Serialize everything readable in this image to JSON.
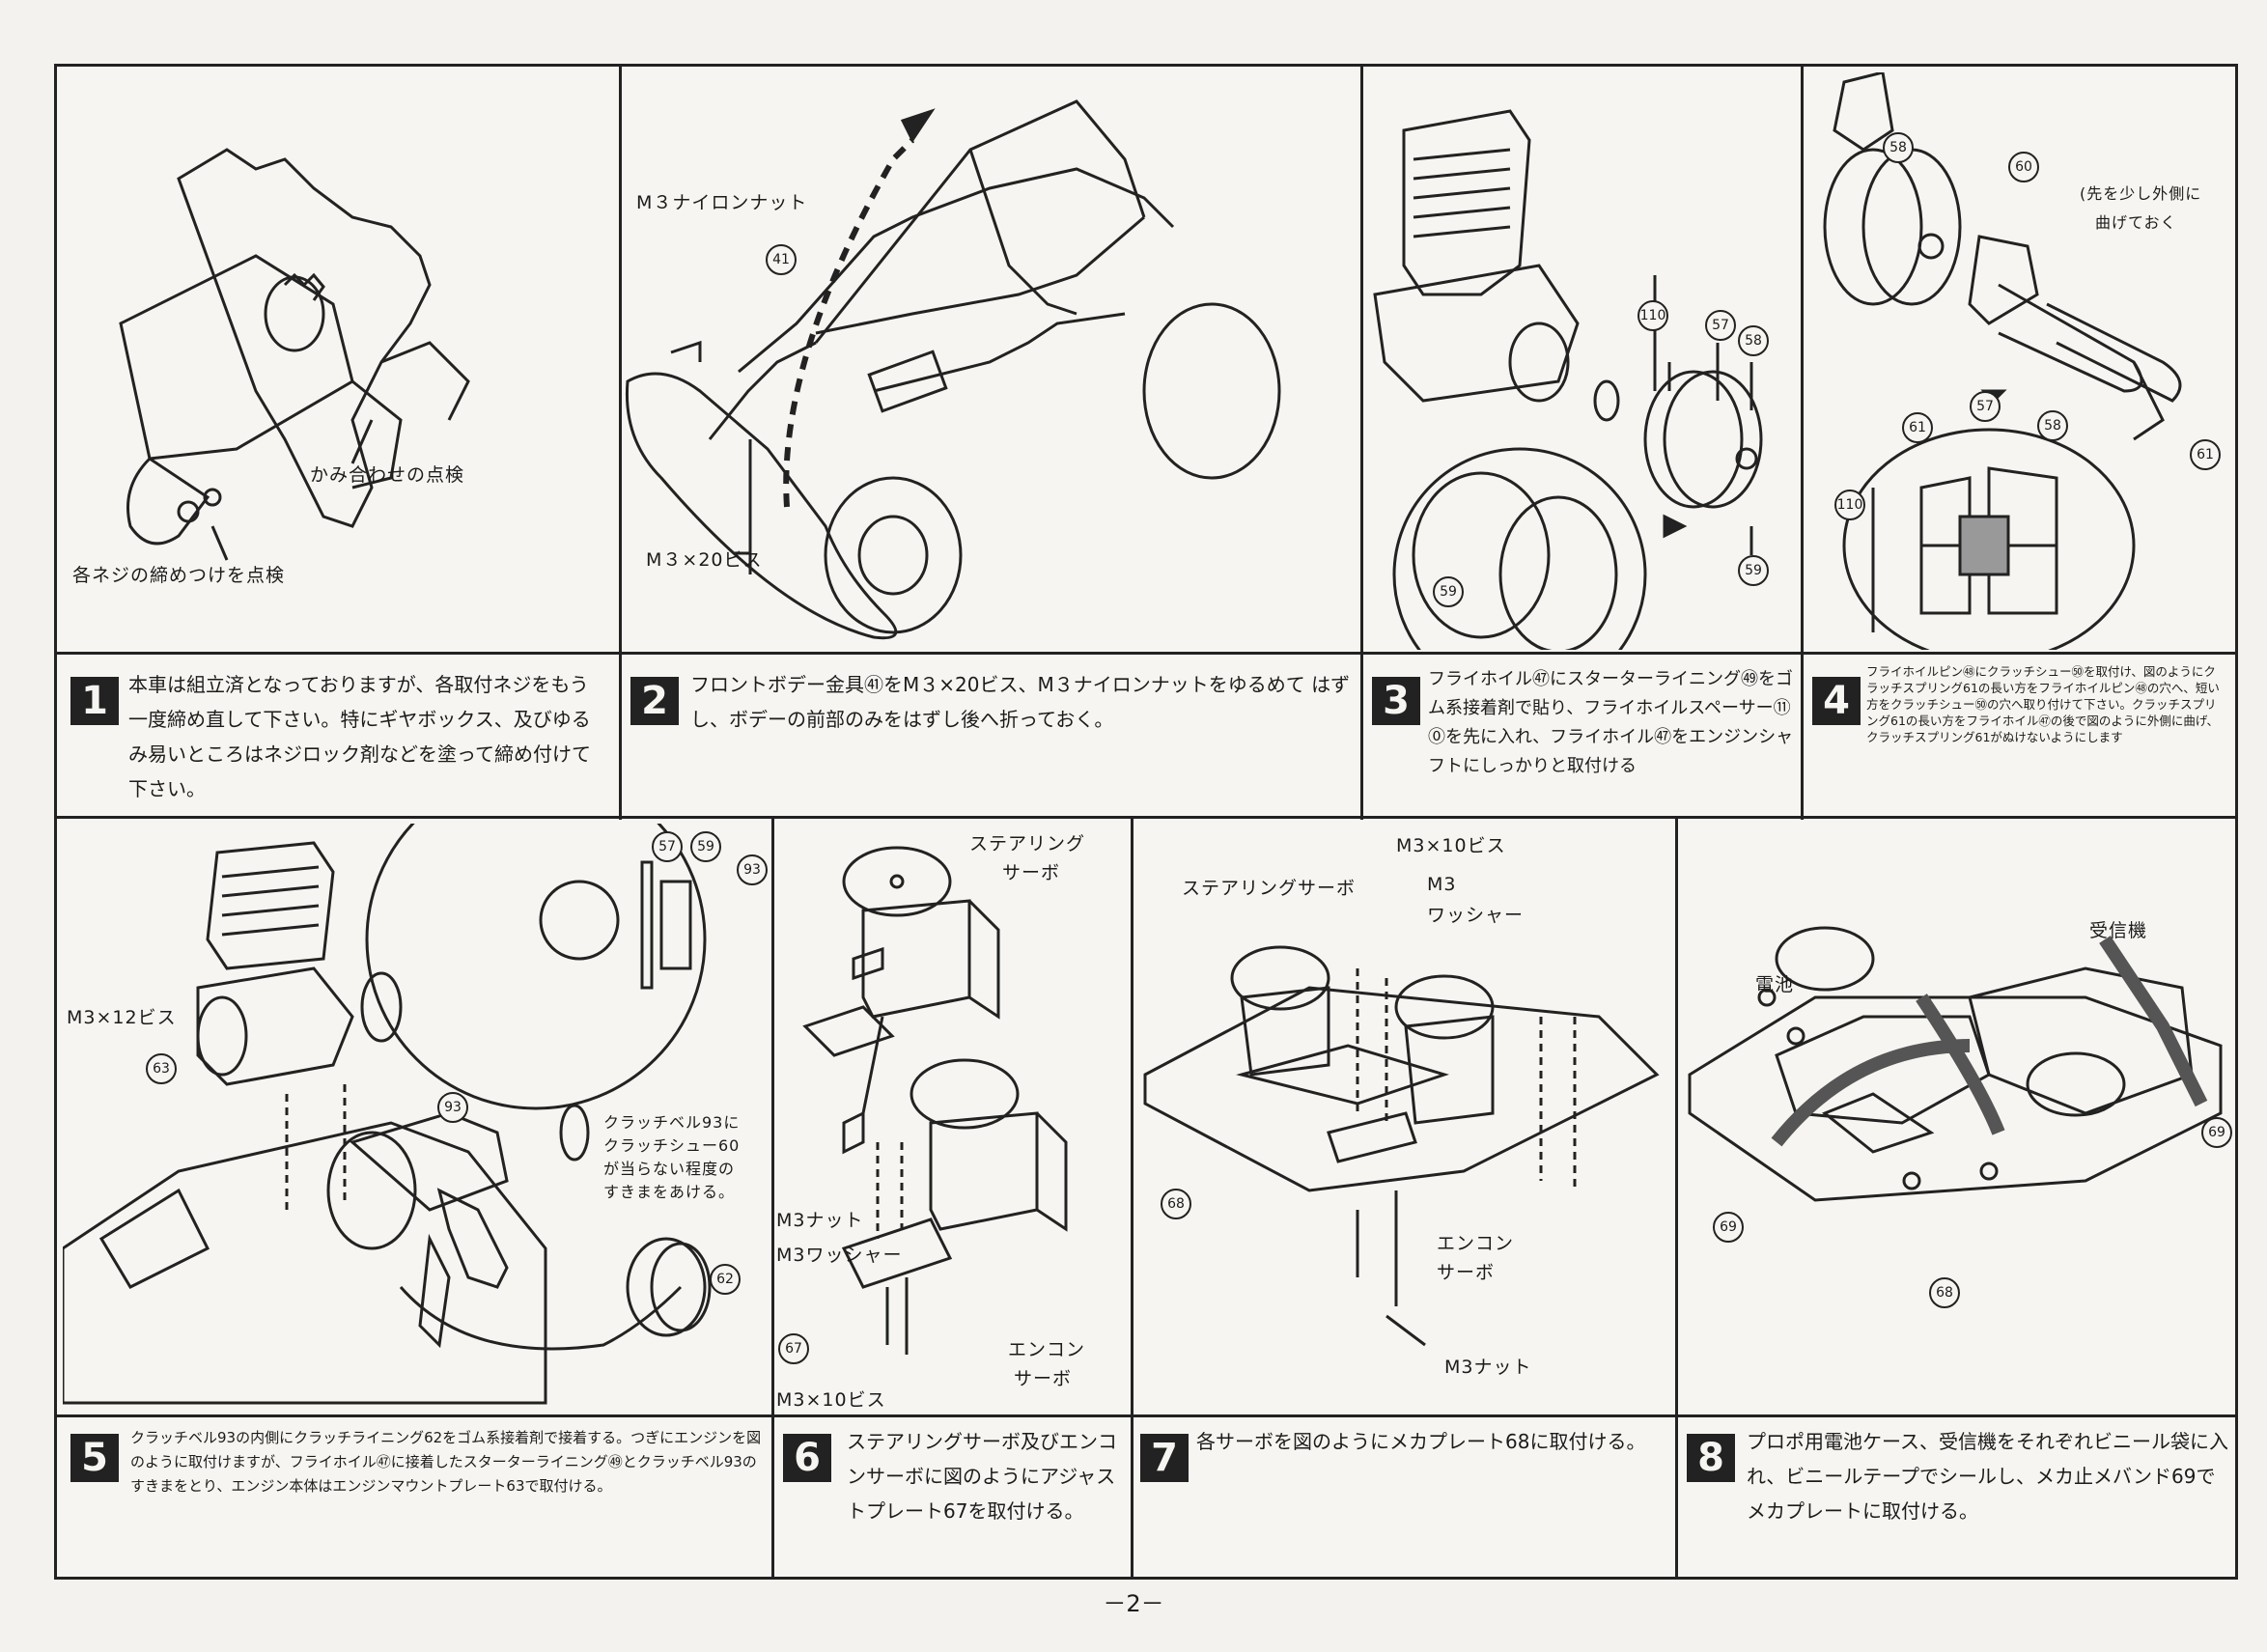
{
  "page_number": "－2－",
  "steps": [
    {
      "number": "1",
      "text": "本車は組立済となっておりますが、各取付ネジをもう一度締め直して下さい。特にギヤボックス、及びゆるみ易いところはネジロック剤などを塗って締め付けて下さい。",
      "labels": [
        "かみ合わせの点検",
        "各ネジの締めつけを点検"
      ]
    },
    {
      "number": "2",
      "text": "フロントボデー金具㊶をM３×20ビス、M３ナイロンナットをゆるめて はずし、ボデーの前部のみをはずし後へ折っておく。",
      "labels": [
        "M３ナイロンナット",
        "M３×20ビス",
        "41"
      ]
    },
    {
      "number": "3",
      "text": "フライホイル㊼にスターターライニング㊾をゴム系接着剤で貼り、フライホイルスペーサー⑪⓪を先に入れ、フライホイル㊼をエンジンシャフトにしっかりと取付ける",
      "labels": [
        "110",
        "57",
        "58",
        "59",
        "59"
      ]
    },
    {
      "number": "4",
      "text": "フライホイルピン㊽にクラッチシュー㊿を取付け、図のようにクラッチスプリング61の長い方をフライホイルピン㊽の穴へ、短い方をクラッチシュー㊿の穴へ取り付けて下さい。クラッチスプリング61の長い方をフライホイル㊼の後で図のように外側に曲げ、クラッチスプリング61がぬけないようにします",
      "labels": [
        "58",
        "60",
        "(先を少し外側に",
        "曲げておく",
        "57",
        "61",
        "58",
        "61",
        "110"
      ]
    },
    {
      "number": "5",
      "text": "クラッチベル93の内側にクラッチライニング62をゴム系接着剤で接着する。つぎにエンジンを図のように取付けますが、フライホイル㊼に接着したスターターライニング㊾とクラッチベル93のすきまをとり、エンジン本体はエンジンマウントプレート63で取付ける。",
      "labels": [
        "M3×12ビス",
        "63",
        "93",
        "57",
        "59",
        "93",
        "クラッチベル93に",
        "クラッチシュー60",
        "が当らない程度の",
        "すきまをあける。",
        "62"
      ]
    },
    {
      "number": "6",
      "text": "ステアリングサーボ及びエンコンサーボに図のようにアジャストプレート67を取付ける。",
      "labels": [
        "ステアリング",
        "サーボ",
        "M3ナット",
        "M3ワッシャー",
        "67",
        "エンコン",
        "サーボ",
        "M3×10ビス"
      ]
    },
    {
      "number": "7",
      "text": "各サーボを図のようにメカプレート68に取付ける。",
      "labels": [
        "M3×10ビス",
        "ステアリングサーボ",
        "M3",
        "ワッシャー",
        "68",
        "エンコン",
        "サーボ",
        "M3ナット"
      ]
    },
    {
      "number": "8",
      "text": "プロポ用電池ケース、受信機をそれぞれビニール袋に入れ、ビニールテープでシールし、メカ止メバンド69でメカプレートに取付ける。",
      "labels": [
        "受信機",
        "電池",
        "69",
        "69",
        "68"
      ]
    }
  ]
}
